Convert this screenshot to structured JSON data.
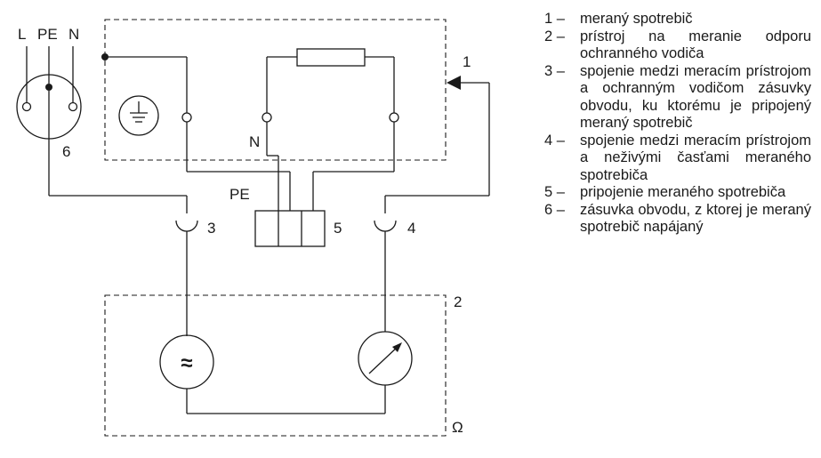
{
  "socket_labels": {
    "l": "L",
    "pe": "PE",
    "n": "N"
  },
  "diagram_labels": {
    "n1": "1",
    "n2": "2",
    "n3": "3",
    "n4": "4",
    "n5": "5",
    "n6": "6",
    "neutral": "N",
    "pe": "PE",
    "ohm": "Ω",
    "ac_symbol": "≈"
  },
  "legend": [
    {
      "num": "1 –",
      "text": "meraný spotrebič"
    },
    {
      "num": "2 –",
      "text": "prístroj na meranie odporu ochranného vodiča"
    },
    {
      "num": "3 –",
      "text": "spojenie medzi meracím prístrojom a ochranným vodičom zásuvky obvodu, ku ktorému je pripojený meraný spotrebič"
    },
    {
      "num": "4 –",
      "text": "spojenie medzi meracím prístrojom a neživými časťami meraného spotrebiča"
    },
    {
      "num": "5 –",
      "text": "pripojenie meraného spotrebiča"
    },
    {
      "num": "6 –",
      "text": "zásuvka obvodu, z ktorej je meraný spotrebič napájaný"
    }
  ]
}
